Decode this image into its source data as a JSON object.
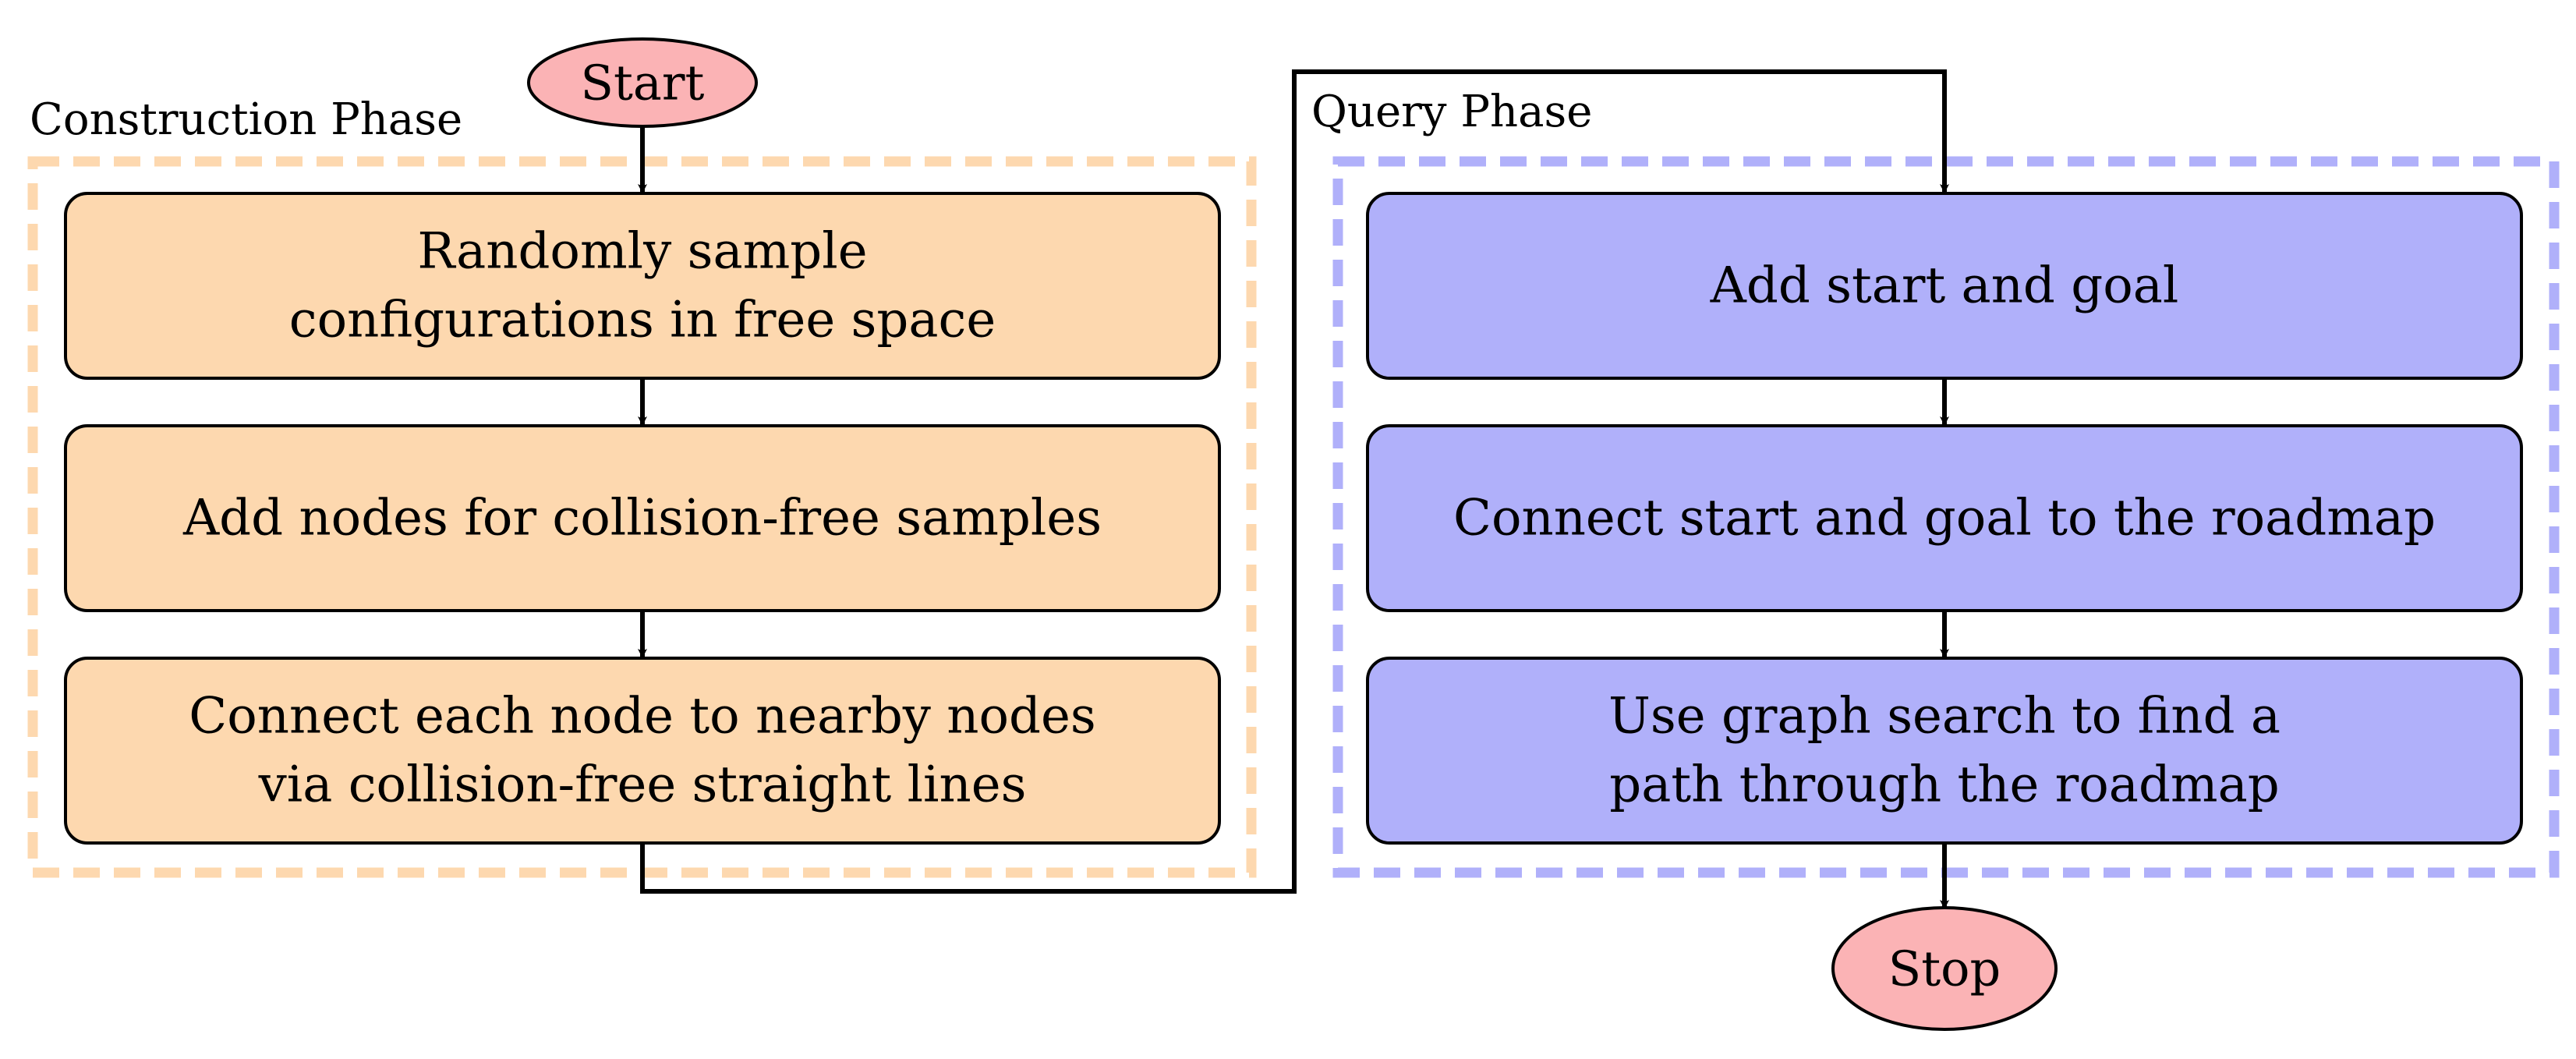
{
  "colors": {
    "construction_fill": "#FDD8AF",
    "construction_border": "#FDD8AF",
    "query_fill": "#B0B0FA",
    "query_border": "#B0B0FA",
    "terminal_fill": "#FBB3B5",
    "line": "#000000"
  },
  "terminals": {
    "start": "Start",
    "stop": "Stop"
  },
  "construction": {
    "title": "Construction Phase",
    "steps": [
      [
        "Randomly sample",
        "configurations in free space"
      ],
      [
        "Add nodes for collision-free samples"
      ],
      [
        "Connect each node to nearby nodes",
        "via collision-free straight lines"
      ]
    ]
  },
  "query": {
    "title": "Query Phase",
    "steps": [
      [
        "Add start and goal"
      ],
      [
        "Connect start and goal to the roadmap"
      ],
      [
        "Use graph search to find a",
        "path through the roadmap"
      ]
    ]
  }
}
